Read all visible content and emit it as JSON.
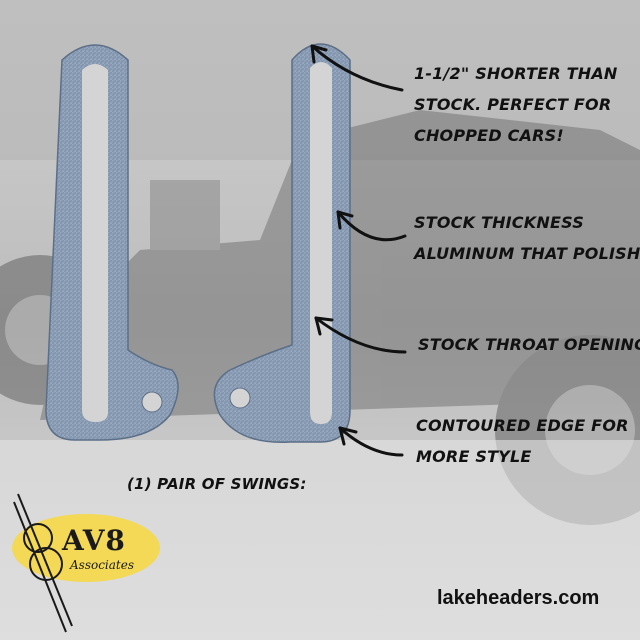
{
  "callouts": [
    {
      "lines": [
        "1-1/2\" SHORTER THAN",
        "STOCK.  PERFECT FOR",
        "CHOPPED CARS!"
      ]
    },
    {
      "lines": [
        "STOCK THICKNESS",
        "ALUMINUM THAT POLISHES!"
      ]
    },
    {
      "lines": [
        "STOCK THROAT OPENING"
      ]
    },
    {
      "lines": [
        "CONTOURED EDGE FOR",
        "MORE STYLE"
      ]
    }
  ],
  "caption": "(1) PAIR OF SWINGS:",
  "website": "lakeheaders.com",
  "logo": {
    "main": "AV8",
    "sub": "Associates"
  },
  "colors": {
    "logo_yellow": "#f3d955",
    "text": "#111111",
    "metal": "#8fa2ba"
  }
}
